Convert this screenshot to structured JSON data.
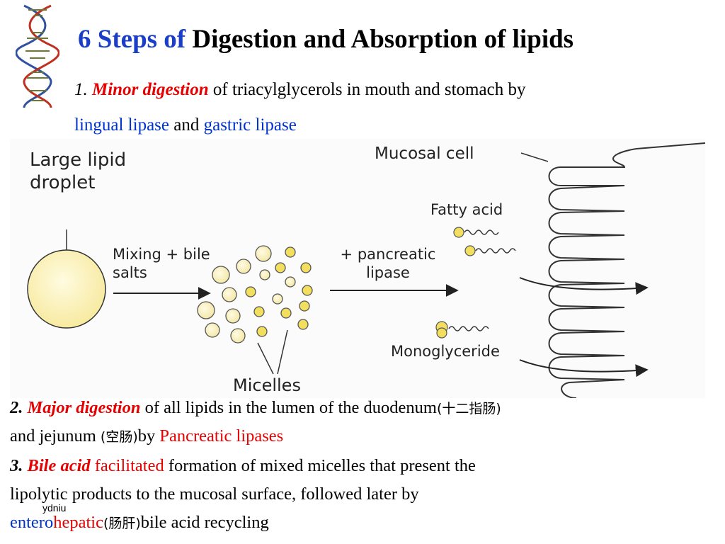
{
  "title": {
    "part1": "6 Steps of ",
    "part2": "Digestion and Absorption of lipids"
  },
  "step1": {
    "num": "1. ",
    "term": "Minor digestion",
    "text1": " of triacylglycerols in mouth and stomach by",
    "enzyme1": "lingual lipase",
    "and": " and ",
    "enzyme2": "gastric lipase"
  },
  "diagram": {
    "large_droplet": "Large lipid droplet",
    "mixing": "Mixing + bile salts",
    "pancreatic": "+ pancreatic lipase",
    "mucosal": "Mucosal cell",
    "fatty": "Fatty acid",
    "mono": "Monoglyceride",
    "micelles": "Micelles"
  },
  "step2": {
    "num": "2. ",
    "term": "Major digestion",
    "text1": " of all lipids in the lumen of the duodenum",
    "cjk1": "(十二指肠)",
    "text2": "and jejunum ",
    "cjk2": "(空肠)",
    "text3": "by ",
    "enzyme": "Pancreatic lipases"
  },
  "step3": {
    "num": "3. ",
    "term": "Bile acid",
    "facilitated": " facilitated",
    "text1": " formation of mixed micelles that present the",
    "text2": "lipolytic products to the mucosal surface, followed later by",
    "entero": "entero",
    "hepatic": "hepatic",
    "cjk": "(肠肝)",
    "text3": "bile acid recycling"
  },
  "watermark": "ydniu",
  "colors": {
    "title_blue": "#1a3ec8",
    "accent_red": "#e60000",
    "accent_blue": "#0033cc"
  }
}
